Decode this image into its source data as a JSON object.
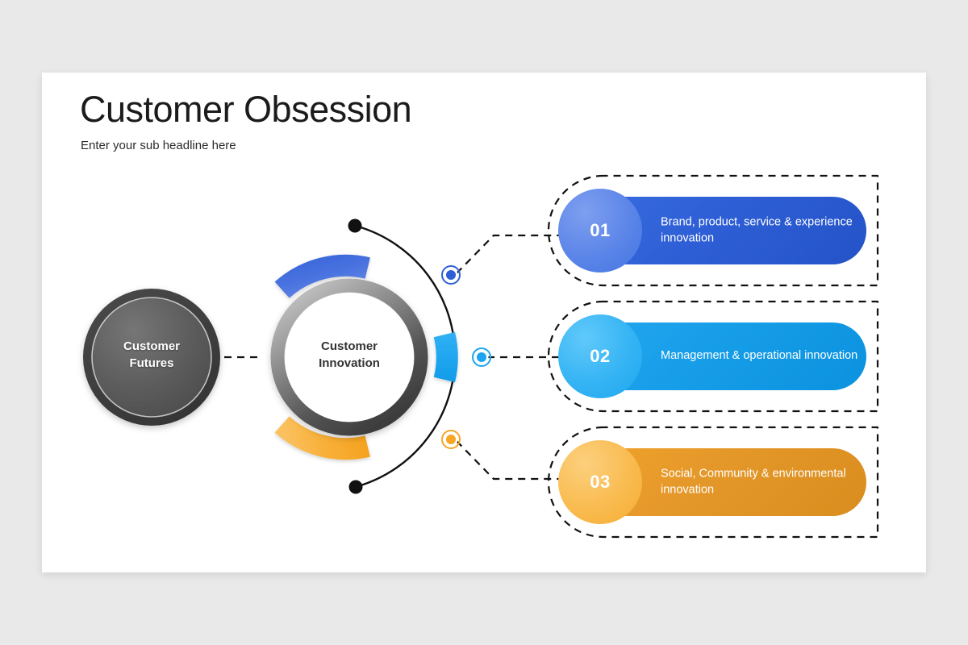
{
  "slide": {
    "background_color": "#e9e9e9",
    "canvas_color": "#ffffff",
    "title": "Customer Obsession",
    "subtitle": "Enter your sub headline here"
  },
  "hubs": [
    {
      "id": "customer-futures",
      "line1": "Customer",
      "line2": "Futures",
      "color": "#555555"
    },
    {
      "id": "customer-innovation",
      "line1": "Customer",
      "line2": "Innovation",
      "color": "#4d4d4d"
    }
  ],
  "arc": {
    "segments": [
      {
        "id": "arc-segment-blue",
        "color": "#3a66d8",
        "color_light": "#7392e6"
      },
      {
        "id": "arc-segment-cyan",
        "color": "#1ba4ef",
        "color_light": "#4fbdf6"
      },
      {
        "id": "arc-segment-orange",
        "color": "#f6a623",
        "color_light": "#fbc05a"
      }
    ],
    "end_dot_color": "#111111",
    "outline_color": "#111111"
  },
  "cards": [
    {
      "number": "01",
      "text": "Brand, product, service & experience innovation",
      "accent": "#2f5fd6",
      "badge": "#5b85e8"
    },
    {
      "number": "02",
      "text": "Management & operational innovation",
      "accent": "#179ee8",
      "badge": "#35b4f4"
    },
    {
      "number": "03",
      "text": "Social, Community & environmental innovation",
      "accent": "#e5982a",
      "badge": "#f9bb50"
    }
  ]
}
